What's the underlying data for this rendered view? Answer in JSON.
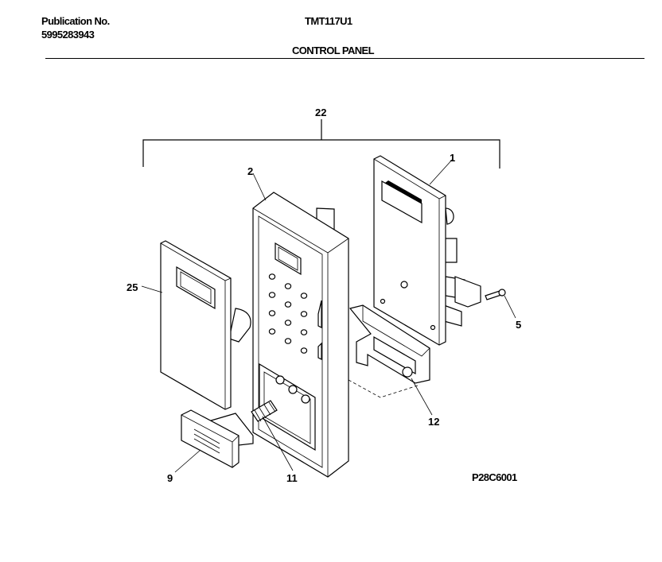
{
  "header": {
    "publication_label": "Publication No.",
    "publication_number": "5995283943",
    "model": "TMT117U1",
    "section_title": "CONTROL PANEL"
  },
  "diagram": {
    "code": "P28C6001",
    "callouts": {
      "assembly": "22",
      "pcb": "1",
      "frame": "2",
      "overlay": "25",
      "screw": "5",
      "bracket": "12",
      "button": "9",
      "spring": "11"
    }
  }
}
